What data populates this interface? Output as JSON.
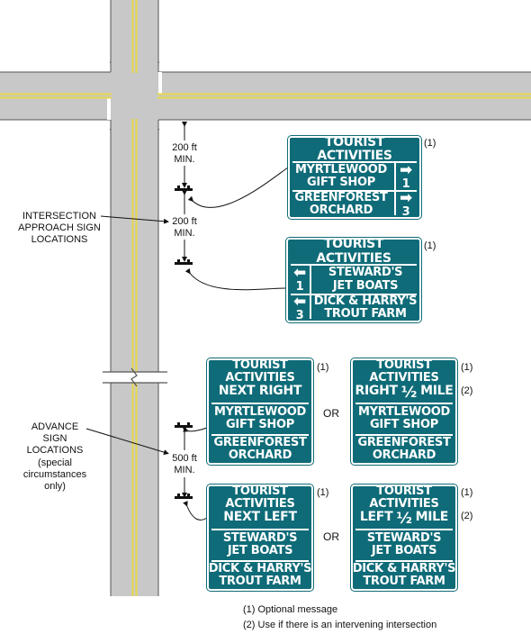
{
  "colors": {
    "sign_green": "#0f6b78",
    "road_gray": "#c8c8c8",
    "center_line": "#e8d84a"
  },
  "labels": {
    "dist1": "200 ft\nMIN.",
    "dist2": "200 ft\nMIN.",
    "dist3": "500 ft\nMIN.",
    "intersection_approach": "INTERSECTION\nAPPROACH SIGN\nLOCATIONS",
    "advance": "ADVANCE\nSIGN\nLOCATIONS\n(special\ncircumstances\nonly)",
    "or1": "OR",
    "or2": "OR"
  },
  "footnote_marks": {
    "one": "(1)",
    "two": "(2)"
  },
  "signs": {
    "s1": {
      "header": "TOURIST ACTIVITIES",
      "p1": "MYRTLEWOOD\nGIFT SHOP",
      "p1_arrow": "➡",
      "p1_dist": "1",
      "p2": "GREENFOREST\nORCHARD",
      "p2_arrow": "➡",
      "p2_dist": "3"
    },
    "s2": {
      "header": "TOURIST ACTIVITIES",
      "p1": "STEWARD'S\nJET BOATS",
      "p1_arrow": "⬅",
      "p1_dist": "1",
      "p2": "DICK & HARRY'S\nTROUT FARM",
      "p2_arrow": "⬅",
      "p2_dist": "3"
    },
    "s3": {
      "header": "TOURIST ACTIVITIES",
      "sub": "NEXT RIGHT",
      "p1": "MYRTLEWOOD\nGIFT SHOP",
      "p2": "GREENFOREST\nORCHARD"
    },
    "s4": {
      "header": "TOURIST ACTIVITIES",
      "sub_pre": "RIGHT",
      "sub_frac": "½",
      "sub_post": "MILE",
      "p1": "MYRTLEWOOD\nGIFT SHOP",
      "p2": "GREENFOREST\nORCHARD"
    },
    "s5": {
      "header": "TOURIST ACTIVITIES",
      "sub": "NEXT LEFT",
      "p1": "STEWARD'S\nJET BOATS",
      "p2": "DICK & HARRY'S\nTROUT FARM"
    },
    "s6": {
      "header": "TOURIST ACTIVITIES",
      "sub_pre": "LEFT",
      "sub_frac": "½",
      "sub_post": "MILE",
      "p1": "STEWARD'S\nJET BOATS",
      "p2": "DICK & HARRY'S\nTROUT FARM"
    }
  },
  "footnotes": {
    "one": "(1) Optional message",
    "two": "(2) Use if there is an intervening intersection"
  }
}
